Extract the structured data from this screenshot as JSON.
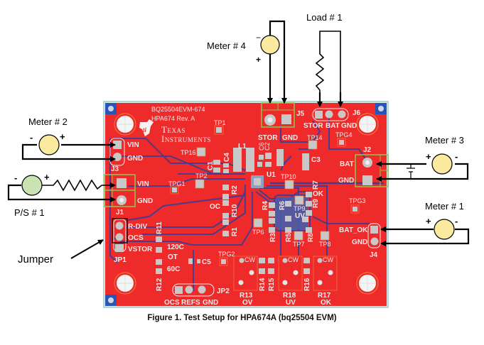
{
  "caption": "Figure 1. Test Setup for HPA674A (bq25504 EVM)",
  "colors": {
    "board": "#ee2a2a",
    "trace": "#4a3c8c",
    "pad": "#c8c8c8",
    "silkscreen": "#f3e9e9",
    "connector_outline": "#8cc850",
    "meter_fill": "#fbe9a0",
    "ps_fill": "#c9e3b3",
    "corner_mark": "#2a55b8"
  },
  "board": {
    "name": "BQ25504EVM-674",
    "revision": "HPA674  Rev. A",
    "logo_line1": "Texas",
    "logo_line2": "Instruments"
  },
  "instruments": {
    "meter1": {
      "label": "Meter # 1",
      "plus": "+",
      "minus": "-"
    },
    "meter2": {
      "label": "Meter # 2",
      "plus": "+",
      "minus": "-"
    },
    "meter3": {
      "label": "Meter # 3",
      "plus": "+",
      "minus": "-"
    },
    "meter4": {
      "label": "Meter # 4",
      "plus": "+",
      "minus": "−"
    },
    "load1": {
      "label": "Load # 1"
    },
    "ps1": {
      "label": "P/S # 1",
      "plus": "+",
      "minus": "-"
    },
    "jumper": {
      "label": "Jumper"
    }
  },
  "connectors": {
    "J1": {
      "ref": "J1",
      "pins": [
        "VIN",
        "GND"
      ]
    },
    "J2": {
      "ref": "J2",
      "pins": [
        "BAT",
        "GND"
      ]
    },
    "J3": {
      "ref": "J3",
      "pins": [
        "VIN",
        "GND"
      ]
    },
    "J4": {
      "ref": "J4",
      "pins": [
        "BAT_OK",
        "GND"
      ]
    },
    "J5": {
      "ref": "J5",
      "pins": [
        "STOR",
        "GND"
      ]
    },
    "J6": {
      "ref": "J6",
      "pins": [
        "STOR",
        "BAT",
        "GND"
      ]
    },
    "JP1": {
      "ref": "JP1",
      "pins": [
        "R-DIV",
        "OCS",
        "VSTOR"
      ]
    },
    "JP2": {
      "ref": "JP2",
      "pins": [
        "OCS",
        "REFS",
        "GND"
      ]
    }
  },
  "components": {
    "test_points": [
      "TP1",
      "TP2",
      "TP6",
      "TP7",
      "TP8",
      "TP9",
      "TP10",
      "TP14",
      "TP16",
      "TPG1",
      "TPG2",
      "TPG3",
      "TPG4"
    ],
    "parts": [
      "L1",
      "U1",
      "C1",
      "C2",
      "C3",
      "C4",
      "C5",
      "C6",
      "R1",
      "R2",
      "R3",
      "R4",
      "R5",
      "R6",
      "R7",
      "R8",
      "R9",
      "R10",
      "R11",
      "R12",
      "R14",
      "R15",
      "R16"
    ],
    "pots": [
      {
        "ref": "R13",
        "label": "OV",
        "cw": "CW"
      },
      {
        "ref": "R18",
        "label": "UV",
        "cw": "CW"
      },
      {
        "ref": "R17",
        "label": "OK",
        "cw": "CW"
      }
    ],
    "silk_labels": {
      "oc": "OC",
      "uv": "UV",
      "ok": "OK",
      "ot": "OT",
      "t120": "120C",
      "t60": "60C"
    }
  }
}
